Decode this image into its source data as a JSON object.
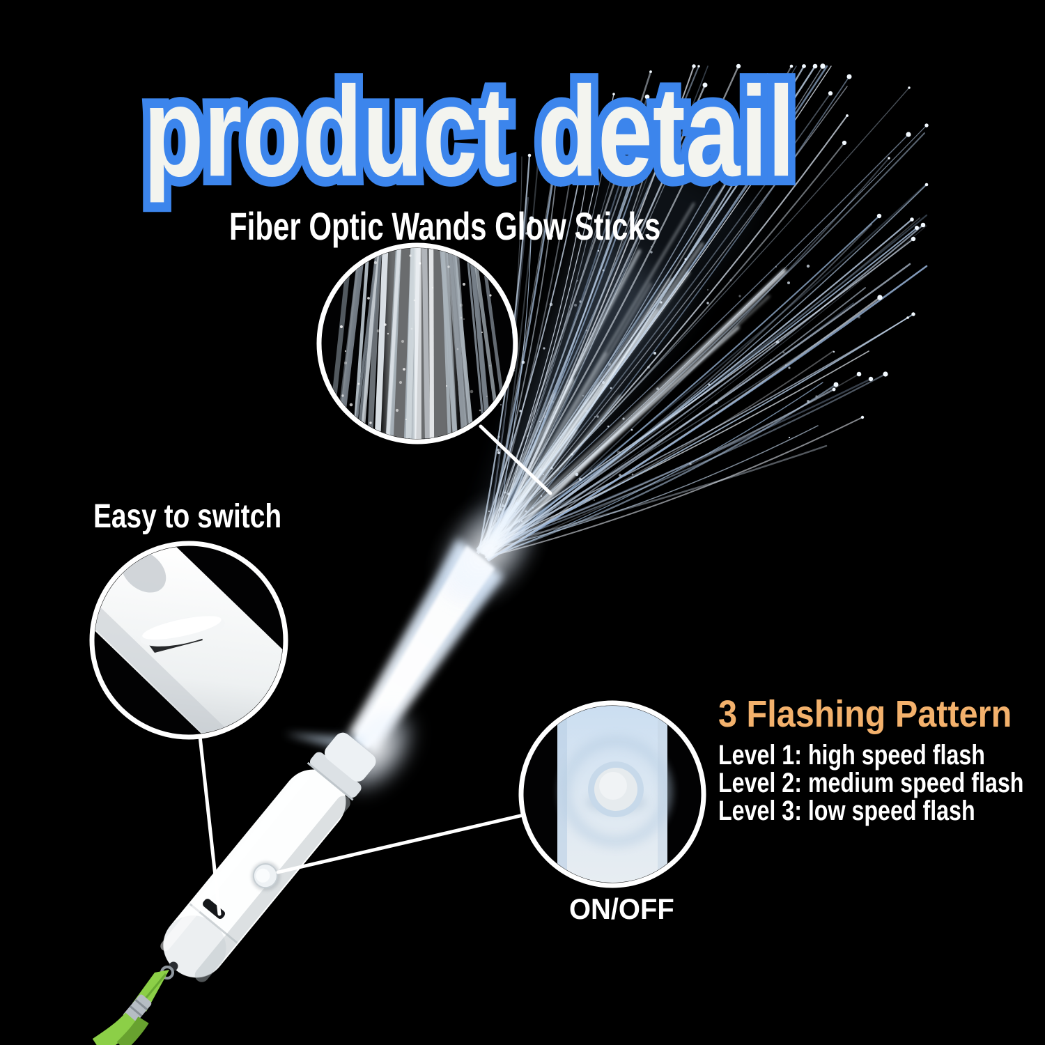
{
  "header": {
    "title": "product detail",
    "subtitle": "Fiber Optic Wands Glow Sticks"
  },
  "callouts": {
    "switch": {
      "label": "Easy to switch"
    },
    "power": {
      "label": "ON/OFF"
    }
  },
  "flashing": {
    "heading": "3 Flashing Pattern",
    "levels": [
      "Level 1: high speed flash",
      "Level 2: medium speed flash",
      "Level 3: low speed flash"
    ]
  },
  "colors": {
    "background": "#000000",
    "title_fill": "#f3f4ef",
    "title_stroke": "#3c85ec",
    "heading_orange": "#f3b16c",
    "text_white": "#ffffff",
    "lanyard_green": "#8ccf47",
    "fiber_blue": "#cfe4fb"
  }
}
